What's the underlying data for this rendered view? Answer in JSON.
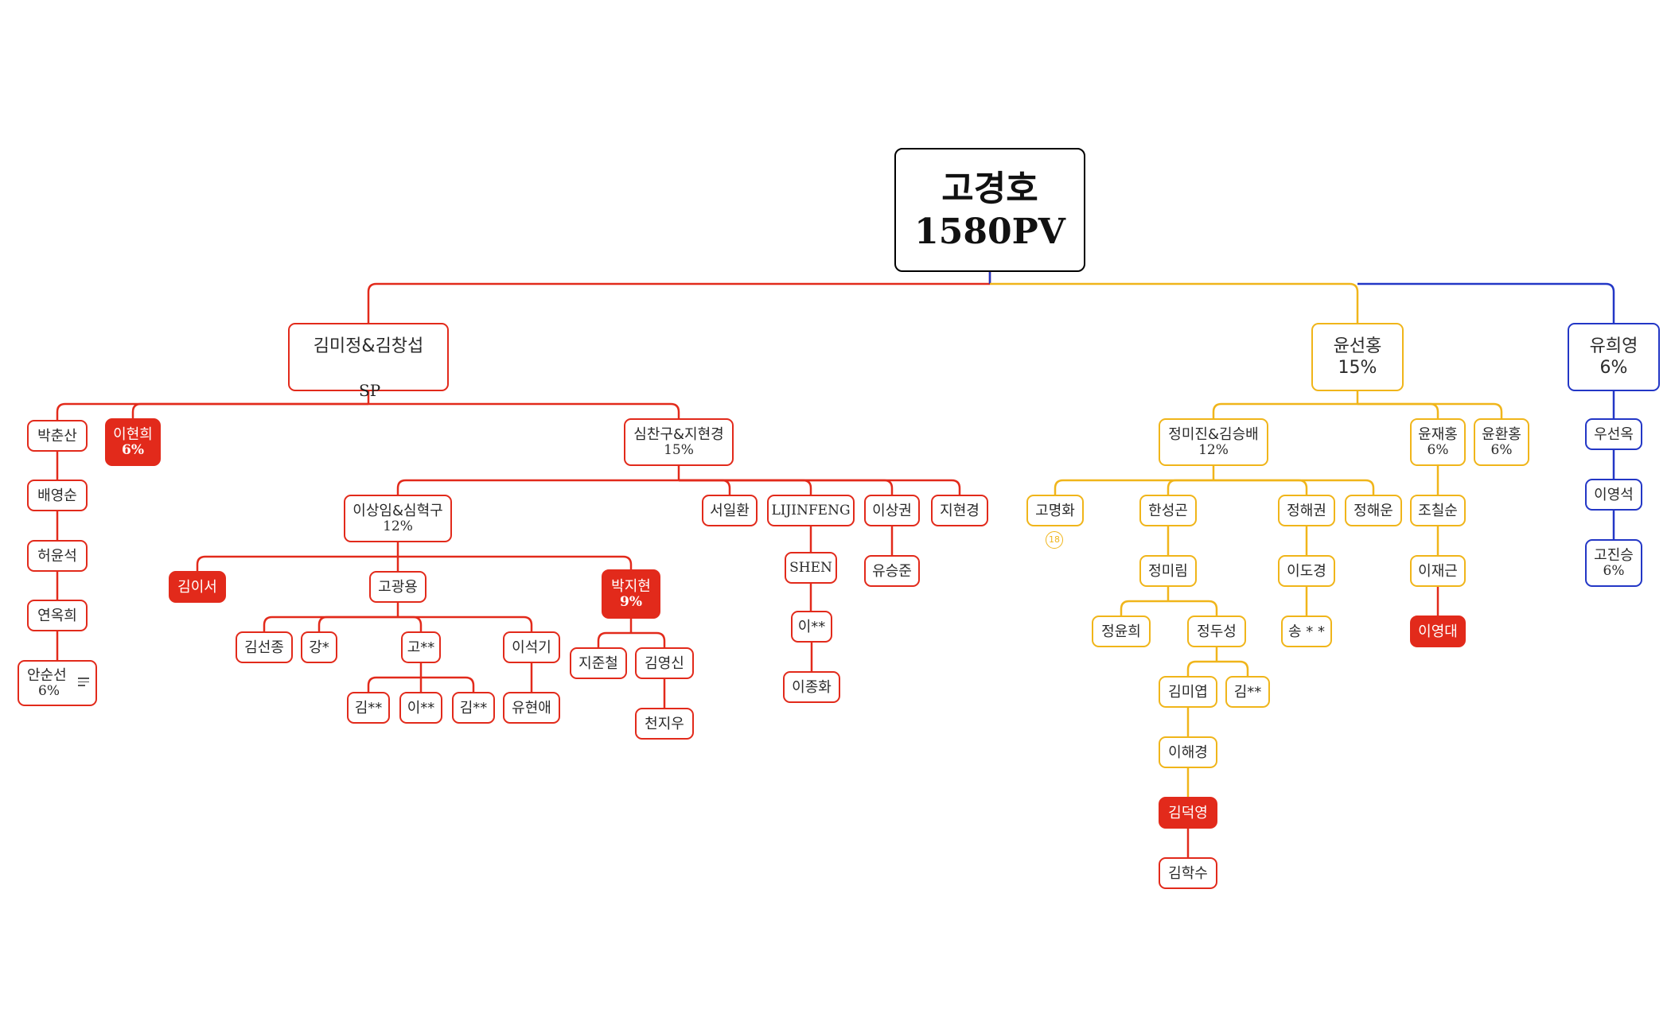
{
  "root": {
    "name": "고경호",
    "pv": "1580PV"
  },
  "colors": {
    "red": "#e22a1b",
    "yellow": "#f0b51a",
    "blue": "#2337c6",
    "root_border": "#000000"
  },
  "nodes": {
    "n_kim_kim": {
      "name": "김미정&김창섭",
      "sub": "",
      "tag": "SP"
    },
    "n_park_cs": {
      "name": "박춘산",
      "sub": ""
    },
    "n_bae": {
      "name": "배영순",
      "sub": ""
    },
    "n_heo": {
      "name": "허윤석",
      "sub": ""
    },
    "n_yeon": {
      "name": "연옥희",
      "sub": ""
    },
    "n_an": {
      "name": "안순선",
      "sub": "6%"
    },
    "n_lee_hh": {
      "name": "이현희",
      "sub": "6%"
    },
    "n_sim_ji": {
      "name": "심찬구&지현경",
      "sub": "15%"
    },
    "n_lee_sim": {
      "name": "이상임&심혁구",
      "sub": "12%"
    },
    "n_seo": {
      "name": "서일환",
      "sub": ""
    },
    "n_lijin": {
      "name": "LIJINFENG",
      "sub": ""
    },
    "n_shen": {
      "name": "SHEN",
      "sub": ""
    },
    "n_i_star": {
      "name": "이**",
      "sub": ""
    },
    "n_lee_jh": {
      "name": "이종화",
      "sub": ""
    },
    "n_lee_sk": {
      "name": "이상권",
      "sub": ""
    },
    "n_yoo_sj": {
      "name": "유승준",
      "sub": ""
    },
    "n_ji_hk": {
      "name": "지현경",
      "sub": ""
    },
    "n_kim_is": {
      "name": "김이서",
      "sub": ""
    },
    "n_go_ky": {
      "name": "고광용",
      "sub": ""
    },
    "n_park_jh": {
      "name": "박지현",
      "sub": "9%"
    },
    "n_kim_sj": {
      "name": "김선종",
      "sub": ""
    },
    "n_kang": {
      "name": "강*",
      "sub": ""
    },
    "n_go_star": {
      "name": "고**",
      "sub": ""
    },
    "n_lee_sg": {
      "name": "이석기",
      "sub": ""
    },
    "n_kim_star1": {
      "name": "김**",
      "sub": ""
    },
    "n_i_star2": {
      "name": "이**",
      "sub": ""
    },
    "n_kim_star2": {
      "name": "김**",
      "sub": ""
    },
    "n_yoo_ha": {
      "name": "유현애",
      "sub": ""
    },
    "n_ji_jc": {
      "name": "지준철",
      "sub": ""
    },
    "n_kim_ys": {
      "name": "김영신",
      "sub": ""
    },
    "n_cheon": {
      "name": "천지우",
      "sub": ""
    },
    "n_yoon_sh": {
      "name": "윤선홍",
      "sub": "15%"
    },
    "n_jung_kim": {
      "name": "정미진&김승배",
      "sub": "12%"
    },
    "n_go_mh": {
      "name": "고명화",
      "sub": "",
      "badge": "18"
    },
    "n_han": {
      "name": "한성곤",
      "sub": ""
    },
    "n_jung_mr": {
      "name": "정미림",
      "sub": ""
    },
    "n_jung_yh": {
      "name": "정윤희",
      "sub": ""
    },
    "n_jung_ds": {
      "name": "정두성",
      "sub": ""
    },
    "n_kim_my": {
      "name": "김미엽",
      "sub": ""
    },
    "n_kim_star3": {
      "name": "김**",
      "sub": ""
    },
    "n_lee_hk": {
      "name": "이해경",
      "sub": ""
    },
    "n_kim_dy": {
      "name": "김덕영",
      "sub": ""
    },
    "n_kim_hs": {
      "name": "김학수",
      "sub": ""
    },
    "n_jung_hg": {
      "name": "정해권",
      "sub": ""
    },
    "n_lee_dk": {
      "name": "이도경",
      "sub": ""
    },
    "n_song": {
      "name": "송 * *",
      "sub": ""
    },
    "n_jung_hw": {
      "name": "정해운",
      "sub": ""
    },
    "n_yoon_jh": {
      "name": "윤재홍",
      "sub": "6%"
    },
    "n_cho": {
      "name": "조칠순",
      "sub": ""
    },
    "n_lee_jg": {
      "name": "이재근",
      "sub": ""
    },
    "n_lee_yd": {
      "name": "이영대",
      "sub": ""
    },
    "n_yoon_hh": {
      "name": "윤환홍",
      "sub": "6%"
    },
    "n_yoo_hy": {
      "name": "유희영",
      "sub": "6%"
    },
    "n_woo": {
      "name": "우선옥",
      "sub": ""
    },
    "n_lee_ys": {
      "name": "이영석",
      "sub": ""
    },
    "n_go_js": {
      "name": "고진승",
      "sub": "6%"
    }
  }
}
